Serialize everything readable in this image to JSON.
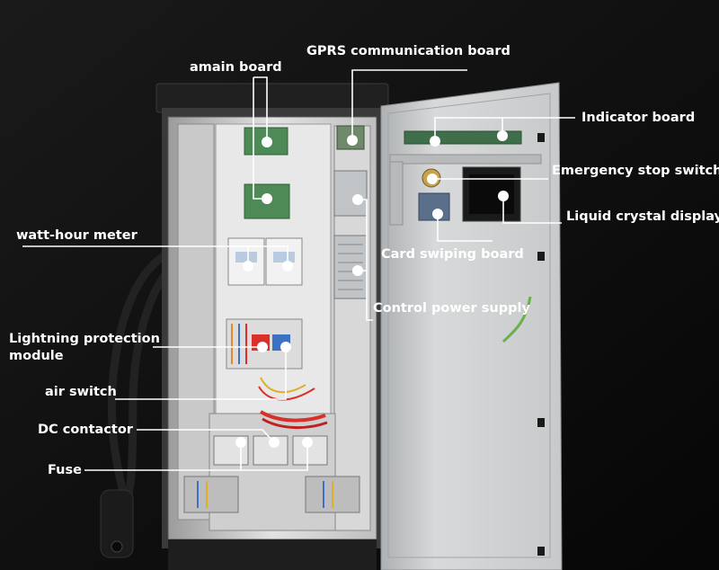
{
  "labels": {
    "gprs_board": "GPRS communication board",
    "main_board": "amain board",
    "indicator_board": "Indicator board",
    "emergency_stop": "Emergency stop switch",
    "lcd": "Liquid crystal display",
    "watt_hour_meter": "watt-hour meter",
    "card_swiping_board": "Card swiping board",
    "control_power_supply": "Control power supply",
    "lightning_line1": "Lightning protection",
    "lightning_line2": "module",
    "air_switch": "air switch",
    "dc_contactor": "DC contactor",
    "fuse": "Fuse"
  },
  "colors": {
    "background": "#0e0e0e",
    "cabinet": "#d9d9d9",
    "door": "#cfd2d4",
    "annotation": "#ffffff"
  }
}
